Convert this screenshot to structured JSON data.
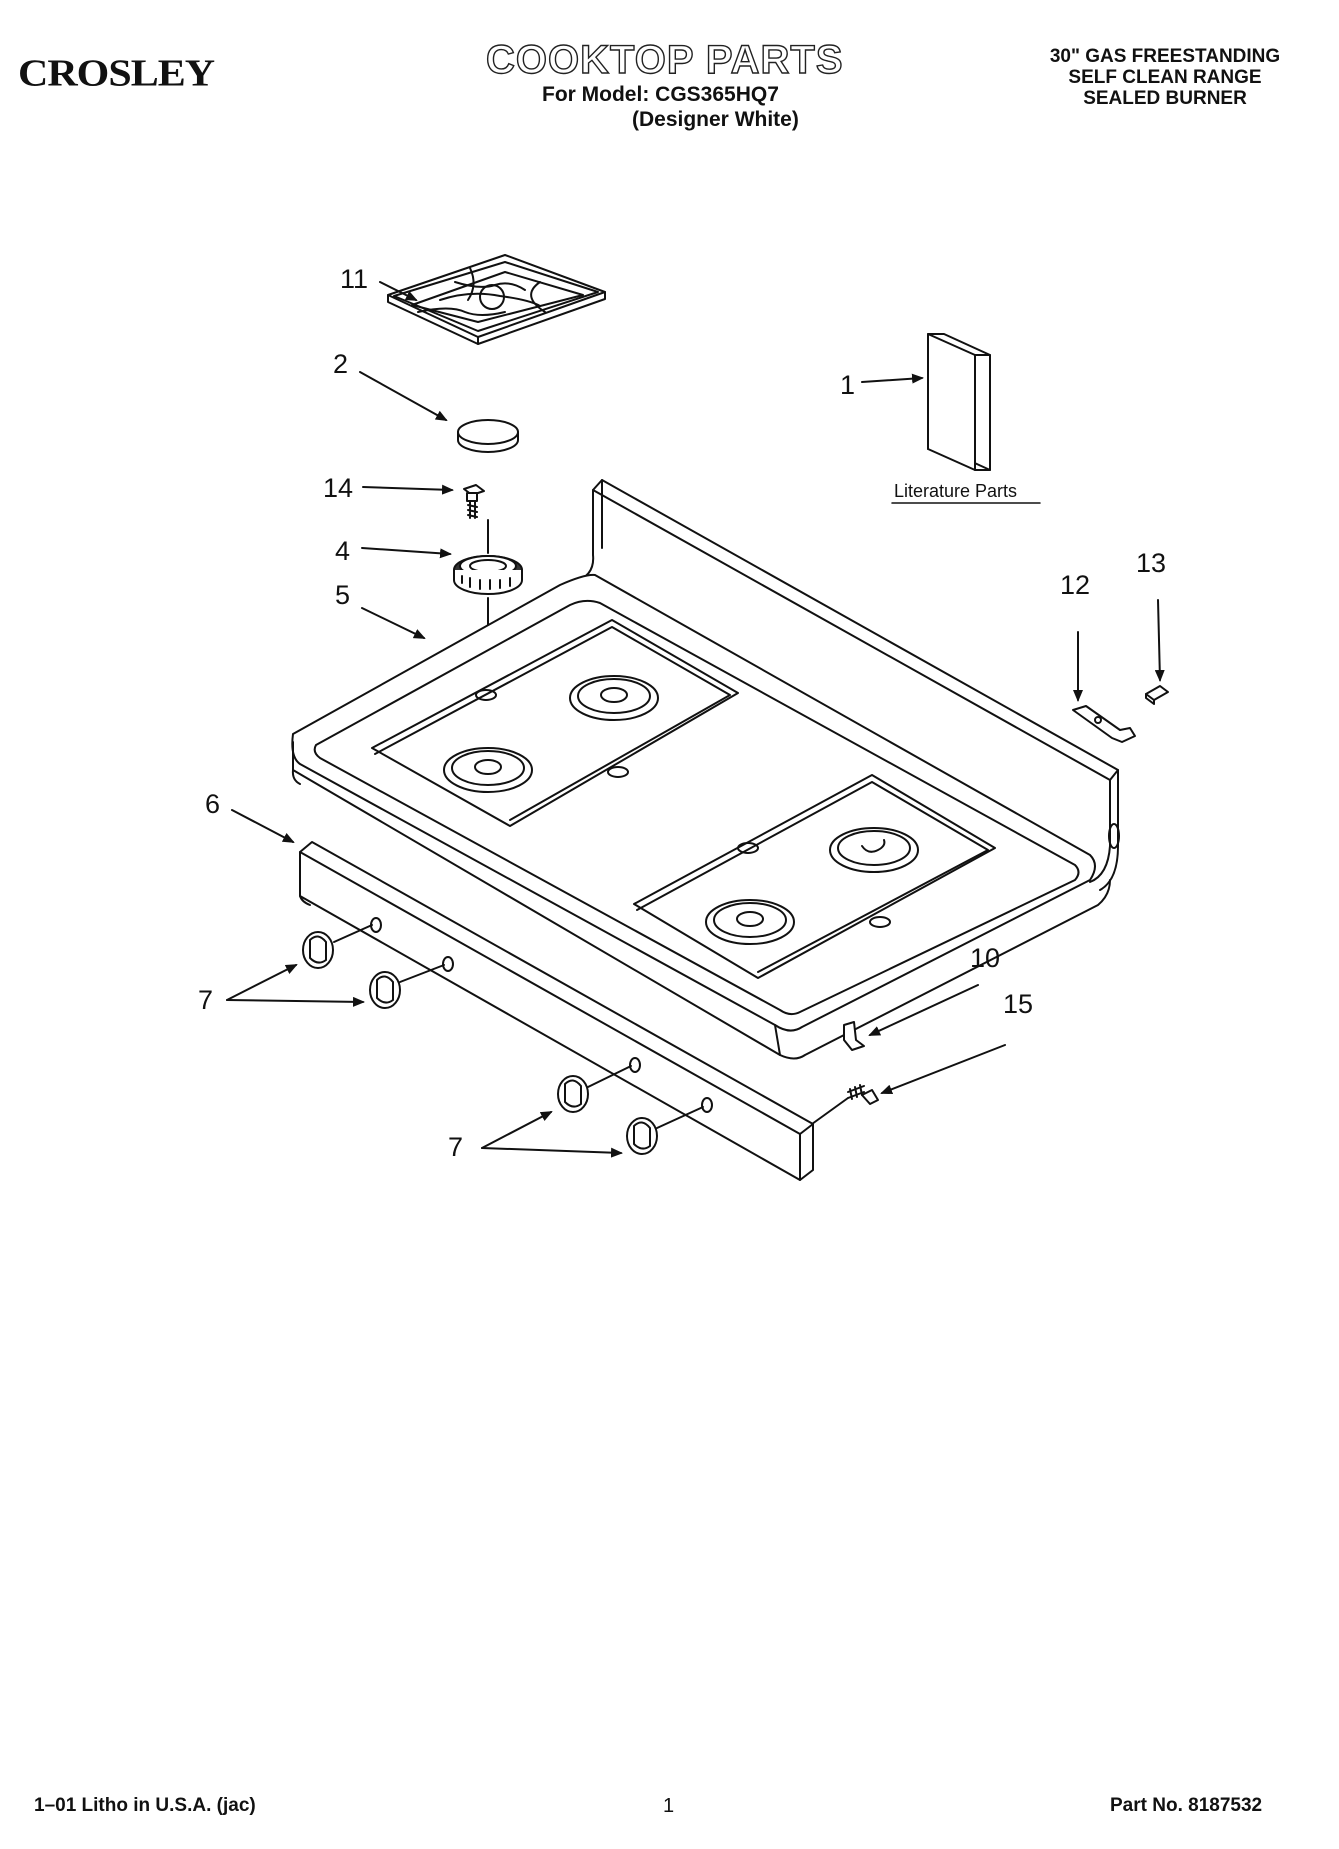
{
  "header": {
    "brand": "CROSLEY",
    "title": "COOKTOP PARTS",
    "model_line": "For Model: CGS365HQ7",
    "variant_line": "(Designer White)",
    "description": [
      "30\" GAS FREESTANDING",
      "SELF CLEAN RANGE",
      "SEALED BURNER"
    ]
  },
  "diagram": {
    "callouts": [
      "11",
      "2",
      "14",
      "4",
      "5",
      "1",
      "13",
      "12",
      "6",
      "10",
      "15",
      "7",
      "7"
    ],
    "literature_label": "Literature Parts"
  },
  "footer": {
    "left": "1–01 Litho in U.S.A. (jac)",
    "page": "1",
    "part_no": "Part No. 8187532"
  }
}
